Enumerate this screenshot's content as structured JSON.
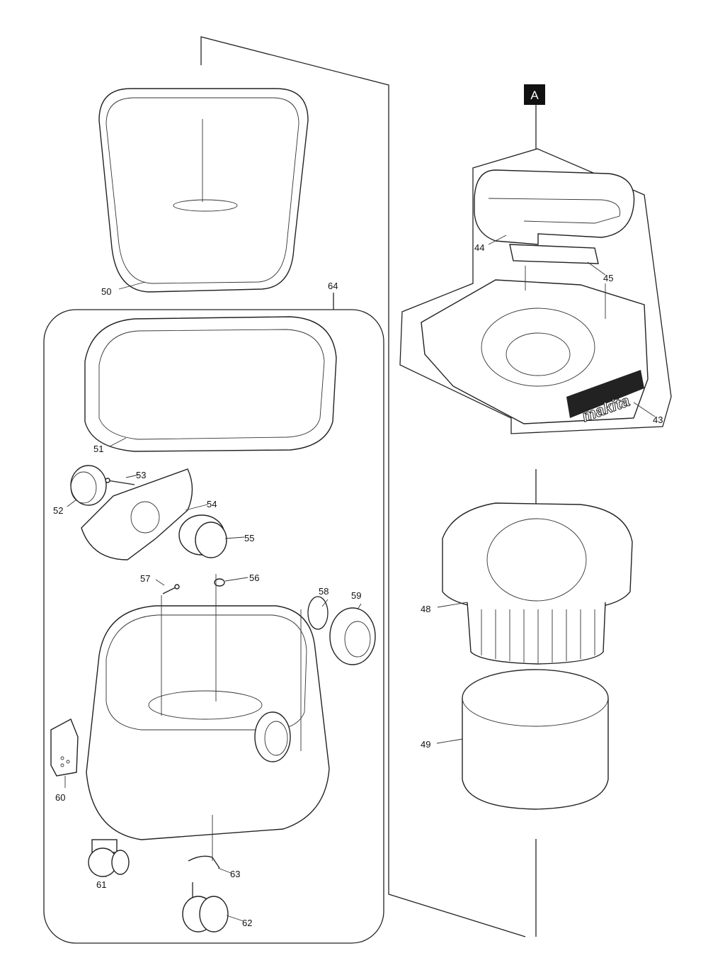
{
  "diagram": {
    "reference_marker": "A",
    "brand_logo": "makita",
    "parts": {
      "p43": "43",
      "p44": "44",
      "p45": "45",
      "p48": "48",
      "p49": "49",
      "p50": "50",
      "p51": "51",
      "p52": "52",
      "p53": "53",
      "p54": "54",
      "p55": "55",
      "p56": "56",
      "p57": "57",
      "p58": "58",
      "p59": "59",
      "p60": "60",
      "p61": "61",
      "p62": "62",
      "p63": "63",
      "p64": "64"
    }
  }
}
